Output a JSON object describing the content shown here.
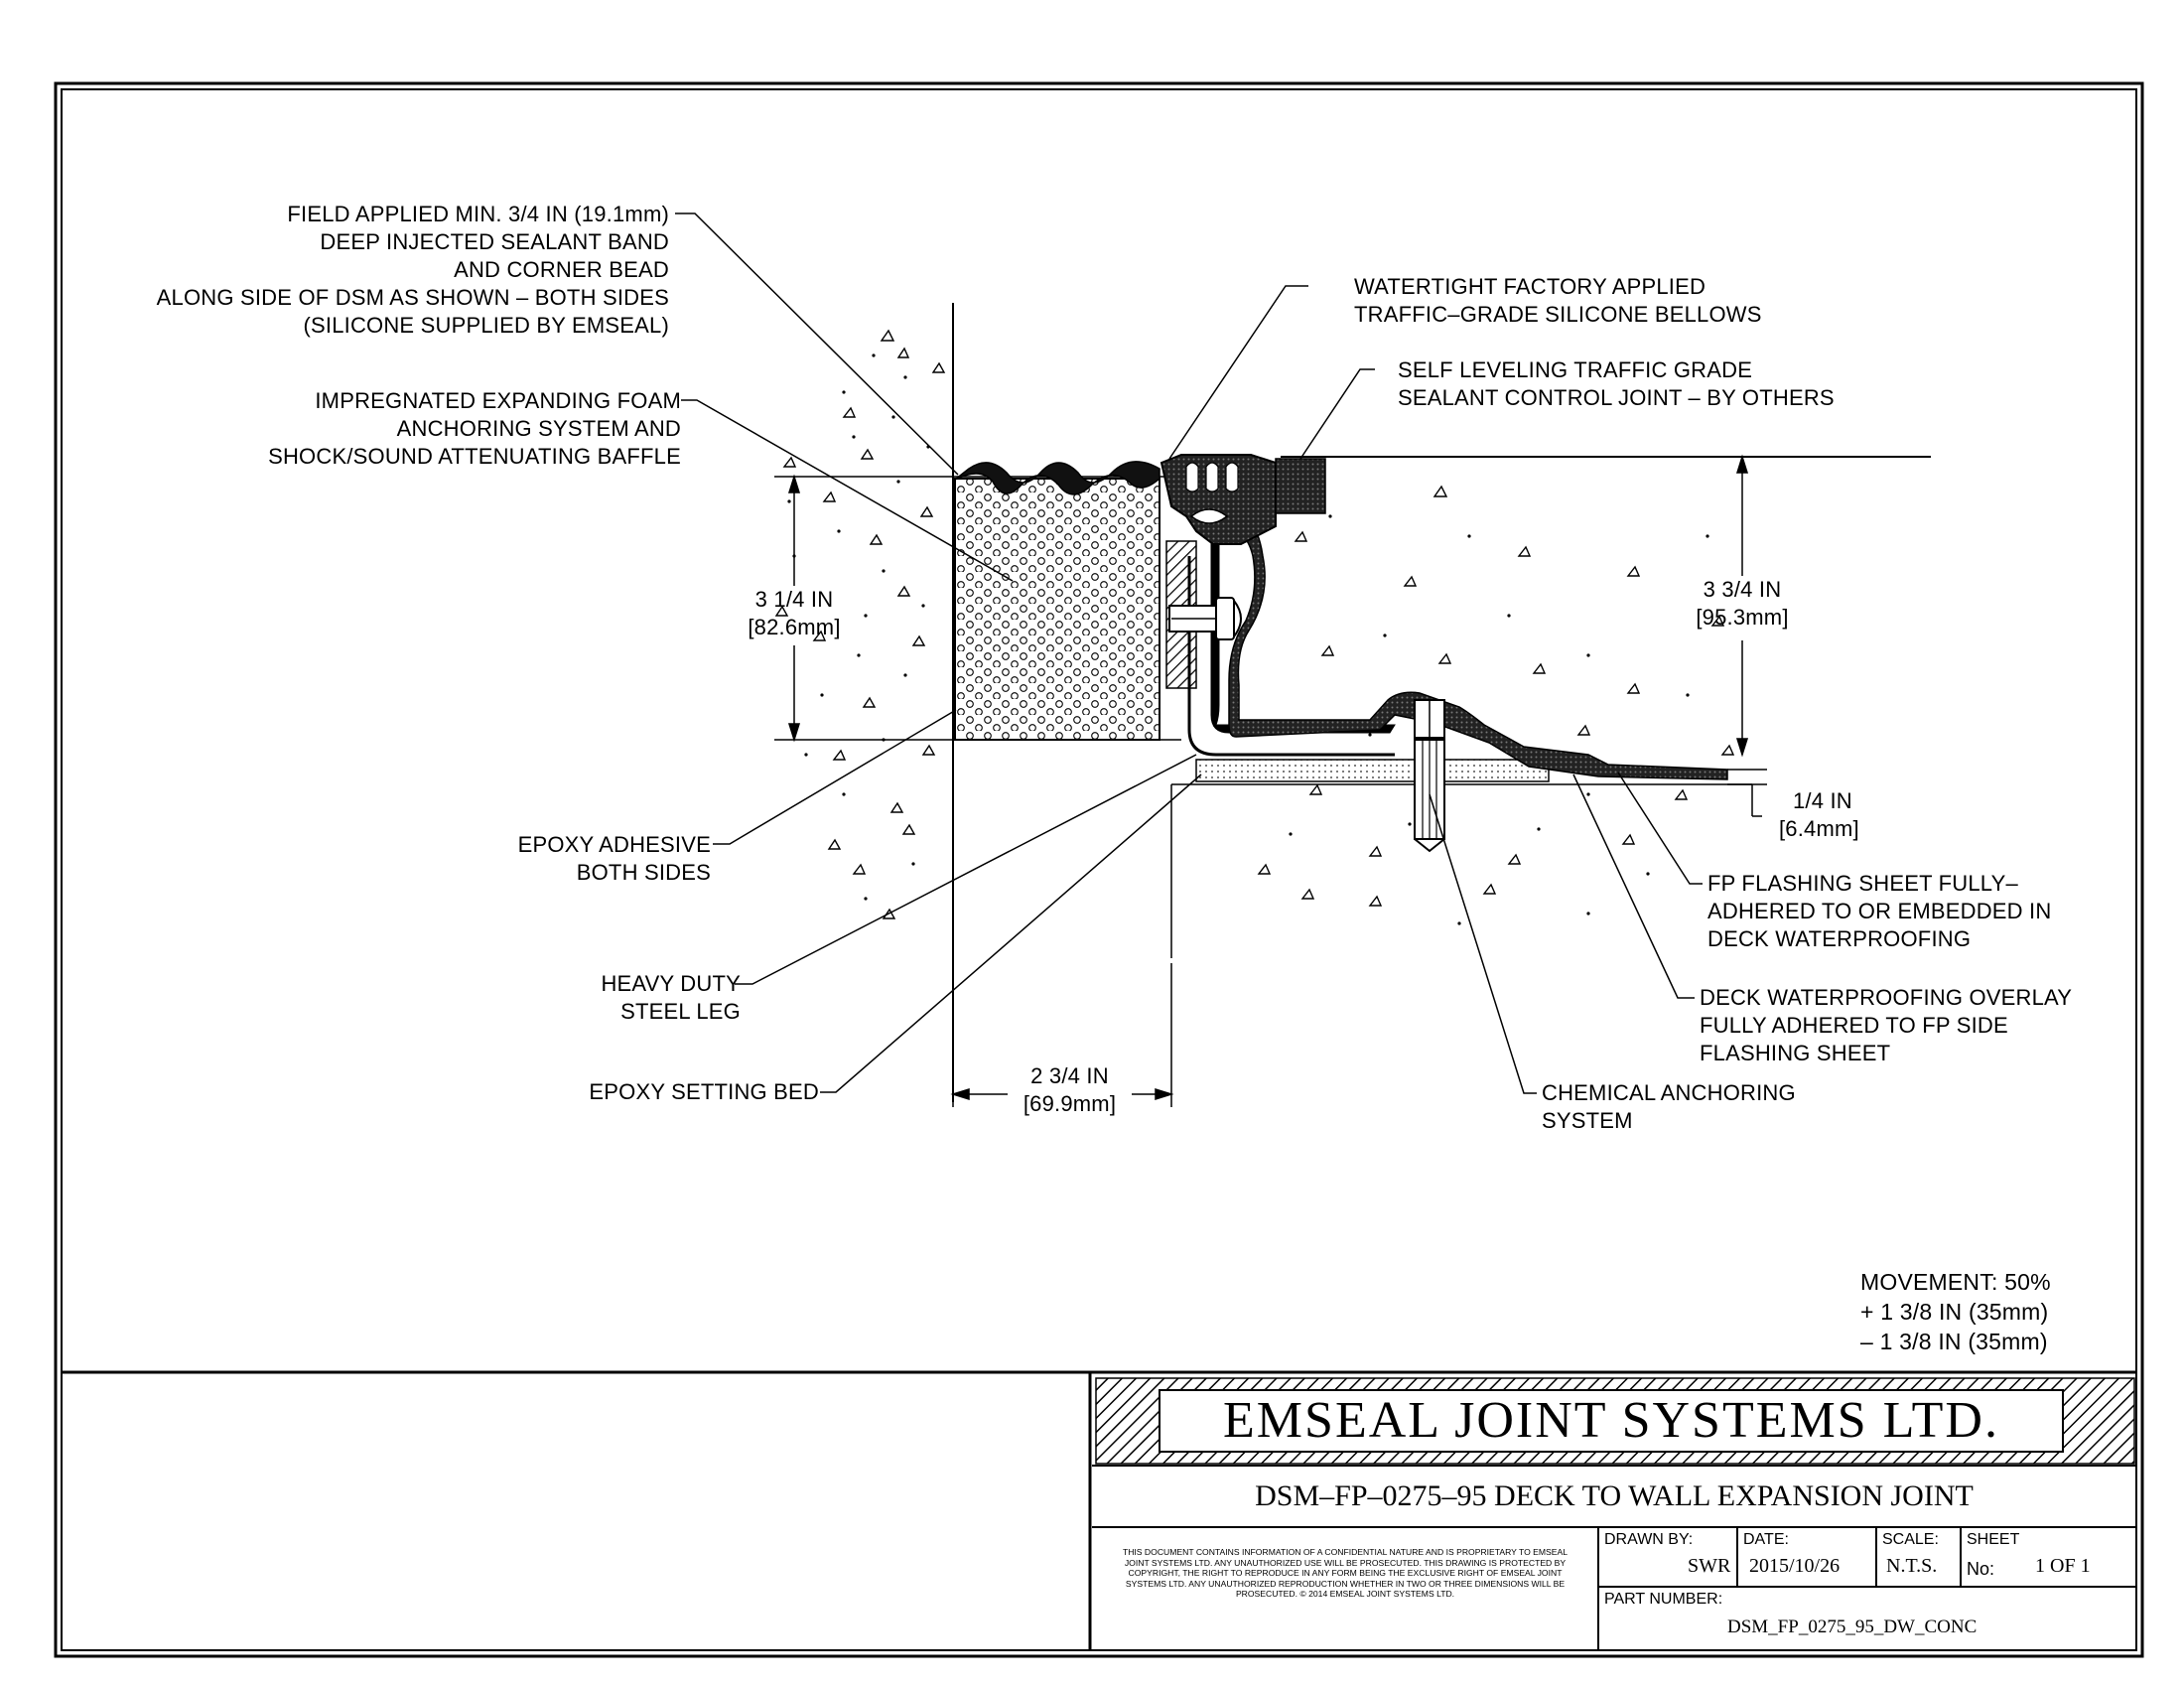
{
  "callouts": {
    "sealant_band": [
      "FIELD APPLIED MIN. 3/4 IN (19.1mm)",
      "DEEP INJECTED SEALANT BAND",
      "AND CORNER BEAD",
      "ALONG SIDE OF DSM AS SHOWN – BOTH SIDES",
      "(SILICONE SUPPLIED BY EMSEAL)"
    ],
    "foam": [
      "IMPREGNATED EXPANDING FOAM",
      "ANCHORING SYSTEM AND",
      "SHOCK/SOUND ATTENUATING BAFFLE"
    ],
    "bellows": [
      "WATERTIGHT FACTORY APPLIED",
      "TRAFFIC–GRADE SILICONE BELLOWS"
    ],
    "control_joint": [
      "SELF LEVELING TRAFFIC GRADE",
      "SEALANT CONTROL JOINT – BY OTHERS"
    ],
    "epoxy_adhesive": [
      "EPOXY ADHESIVE",
      "BOTH SIDES"
    ],
    "steel_leg": [
      "HEAVY DUTY",
      "STEEL LEG"
    ],
    "setting_bed": [
      "EPOXY SETTING BED"
    ],
    "flashing": [
      "FP FLASHING SHEET FULLY–",
      "ADHERED TO OR EMBEDDED IN",
      "DECK WATERPROOFING"
    ],
    "overlay": [
      "DECK WATERPROOFING OVERLAY",
      "FULLY ADHERED TO FP SIDE",
      "FLASHING SHEET"
    ],
    "anchoring": [
      "CHEMICAL ANCHORING",
      "SYSTEM"
    ]
  },
  "dimensions": {
    "left_height": [
      "3 1/4 IN",
      "[82.6mm]"
    ],
    "right_height": [
      "3 3/4 IN",
      "[95.3mm]"
    ],
    "flange": [
      "1/4 IN",
      "[6.4mm]"
    ],
    "width": [
      "2 3/4 IN",
      "[69.9mm]"
    ]
  },
  "movement": [
    "MOVEMENT: 50%",
    "+ 1 3/8 IN (35mm)",
    "– 1 3/8 IN (35mm)"
  ],
  "title_block": {
    "company": "EMSEAL JOINT SYSTEMS LTD.",
    "drawing_title": "DSM–FP–0275–95 DECK TO WALL EXPANSION JOINT",
    "notice": "THIS DOCUMENT CONTAINS INFORMATION OF A CONFIDENTIAL NATURE AND IS PROPRIETARY TO EMSEAL JOINT SYSTEMS LTD. ANY UNAUTHORIZED USE WILL BE PROSECUTED. THIS DRAWING IS PROTECTED BY COPYRIGHT, THE RIGHT TO REPRODUCE IN ANY FORM BEING THE EXCLUSIVE RIGHT OF EMSEAL JOINT SYSTEMS LTD. ANY UNAUTHORIZED REPRODUCTION WHETHER IN TWO OR THREE DIMENSIONS WILL BE PROSECUTED. © 2014 EMSEAL JOINT SYSTEMS LTD.",
    "drawn_by_label": "DRAWN BY:",
    "drawn_by": "SWR",
    "date_label": "DATE:",
    "date": "2015/10/26",
    "scale_label": "SCALE:",
    "scale": "N.T.S.",
    "sheet_label": "SHEET",
    "sheet_no_label": "No:",
    "sheet": "1 OF 1",
    "part_number_label": "PART NUMBER:",
    "part_number": "DSM_FP_0275_95_DW_CONC"
  }
}
